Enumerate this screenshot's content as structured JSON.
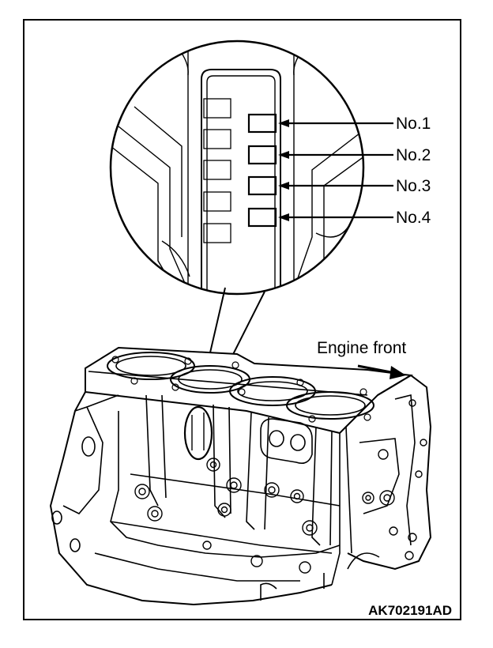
{
  "diagram": {
    "labels": {
      "no1": "No.1",
      "no2": "No.2",
      "no3": "No.3",
      "no4": "No.4",
      "engine_front": "Engine front"
    },
    "figure_code": "AK702191AD"
  }
}
